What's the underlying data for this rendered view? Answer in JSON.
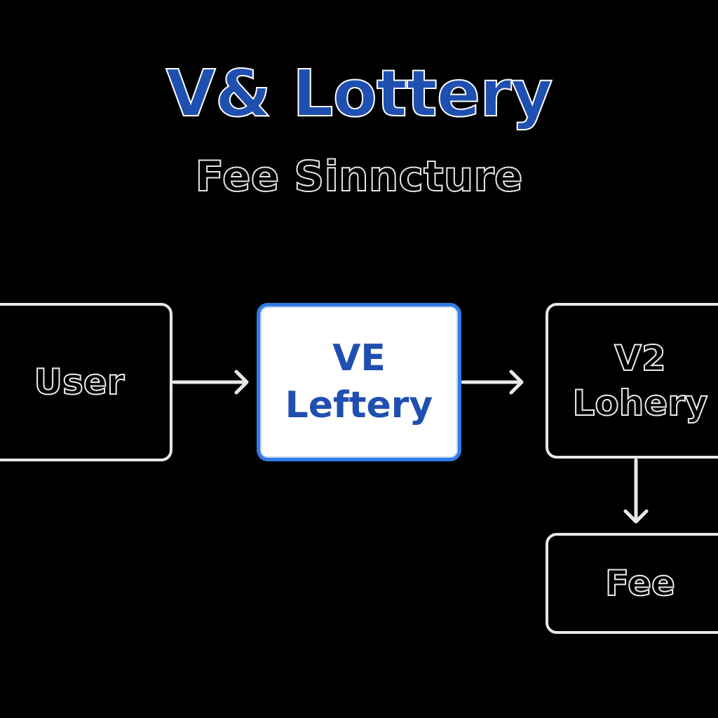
{
  "title": "V& Lottery",
  "subtitle": "Fee Sinncture",
  "nodes": {
    "user": {
      "label": "User"
    },
    "ve_leftery": {
      "label": "VE\nLeftery"
    },
    "v2_lohery": {
      "label": "V2\nLohery"
    },
    "fee": {
      "label": "Fee"
    }
  },
  "edges": [
    {
      "from": "User",
      "to": "VE Leftery"
    },
    {
      "from": "VE Leftery",
      "to": "V2 Lohery"
    },
    {
      "from": "V2 Lohery",
      "to": "Fee"
    }
  ],
  "colors": {
    "background": "#000000",
    "title": "#1f4fb0",
    "highlight_border": "#2f7be6",
    "outline": "#e8e8e8"
  }
}
